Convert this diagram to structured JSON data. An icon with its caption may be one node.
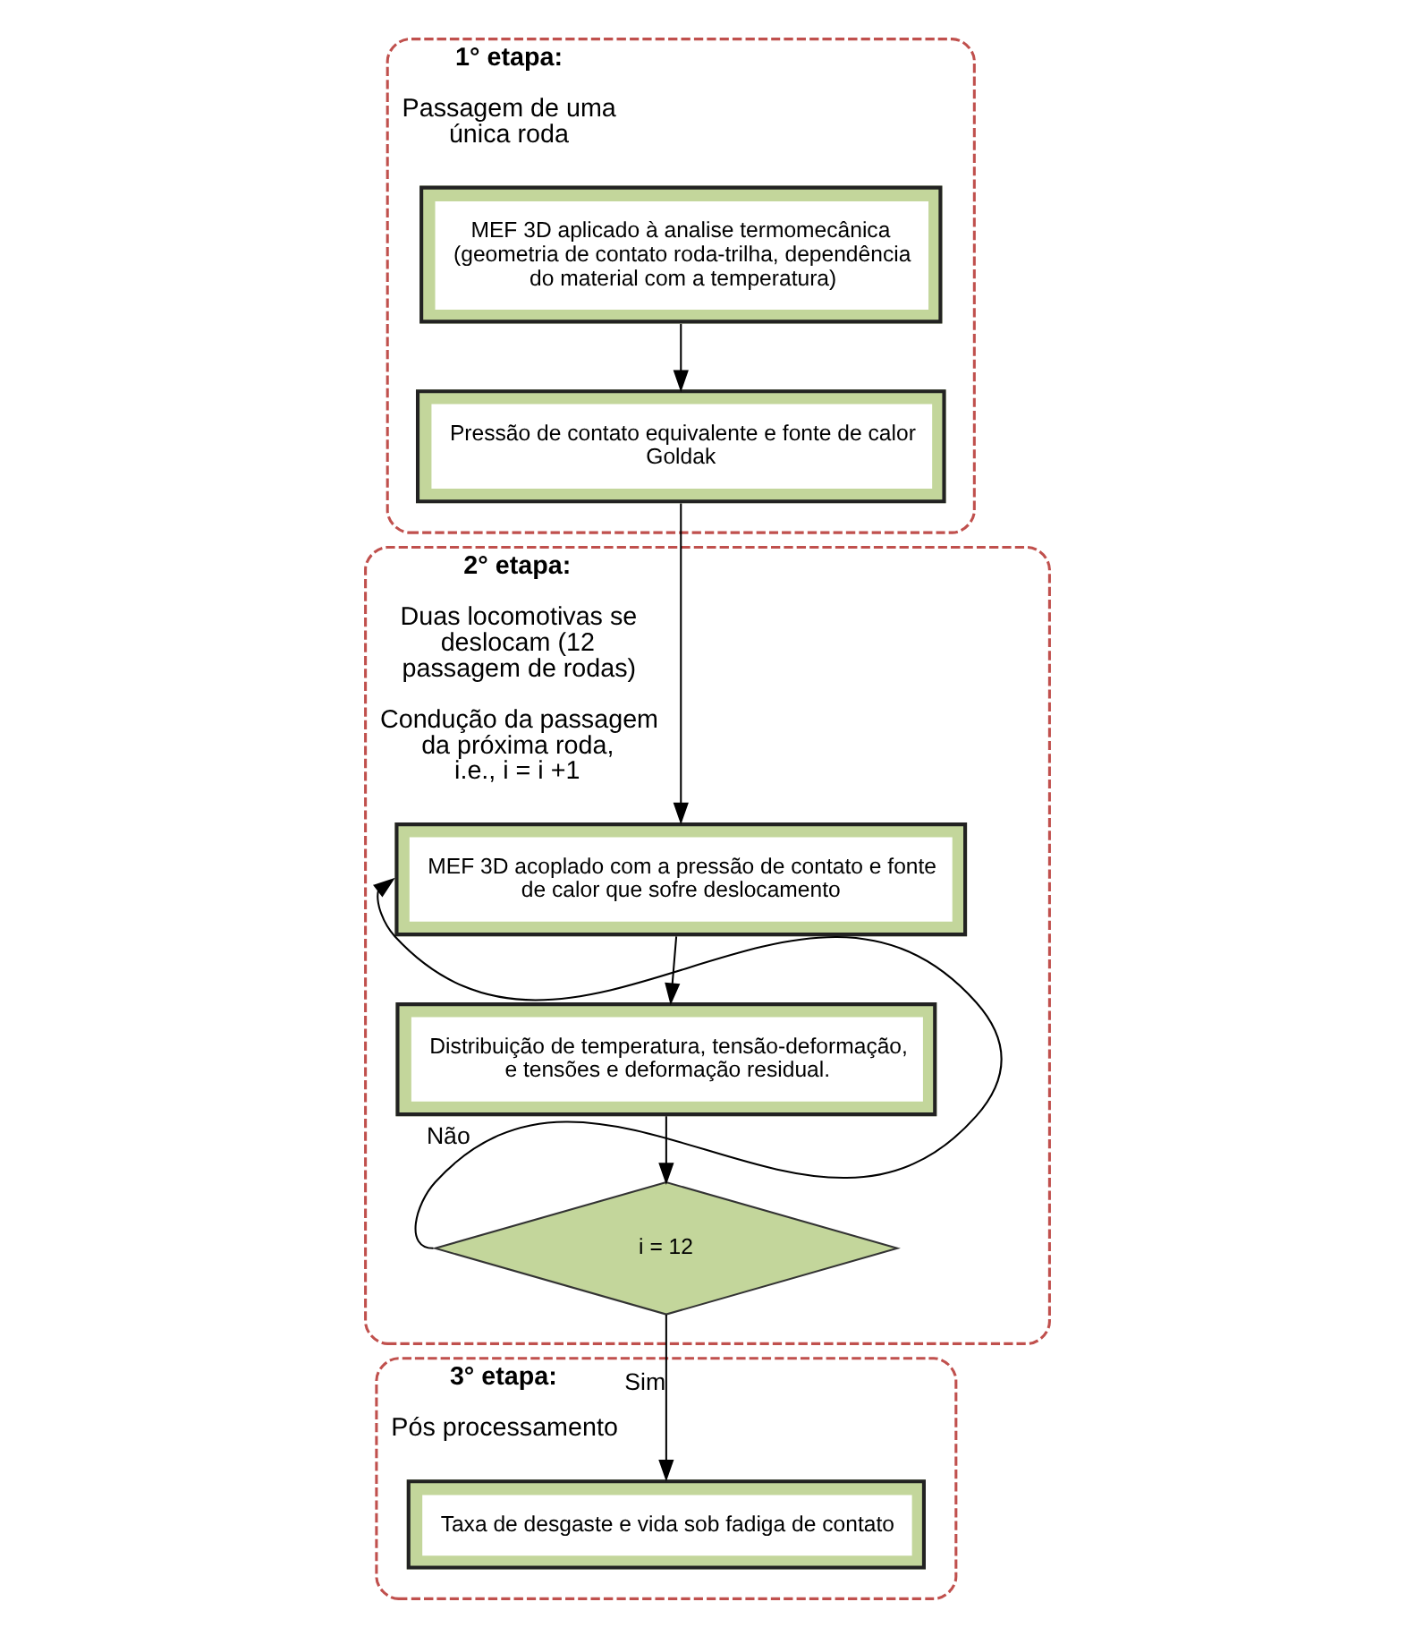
{
  "diagram": {
    "nodes": [
      {
        "text": [
          "1° etapa:",
          "Passagem de uma única roda"
        ]
      },
      {
        "text": [
          "MEF 3D aplicado à analise termomecânica (geometria de contato roda-trilha, dependência do material com a temperatura)"
        ],
        "in": 0
      },
      {
        "text": [
          "Pressão de contato equivalente e fonte de calor Goldak"
        ],
        "in": 0
      },
      {
        "text": [
          "2° etapa:",
          "Duas locomotivas se deslocam (12 passagem de rodas)",
          "Condução da passagem da próxima roda, i.e., i = i +1"
        ]
      },
      {
        "text": [
          "MEF 3D acoplado com a pressão de contato e fonte de calor que sofre deslocamento"
        ],
        "in": 3
      },
      {
        "text": [
          "Distribuição de temperatura, tensão-deformação, e tensões e deformação residual."
        ],
        "in": 3
      },
      {
        "text": [
          "i = 12"
        ],
        "in": 3
      },
      {
        "text": [
          "3° etapa:",
          "Pós processamento"
        ]
      },
      {
        "text": [
          "Taxa de desgaste e vida sob fadiga de contato"
        ],
        "in": 7
      }
    ],
    "edges": [
      {
        "from": 1,
        "to": 2,
        "arrow": "to"
      },
      {
        "from": 2,
        "to": 4,
        "arrow": "to"
      },
      {
        "from": 4,
        "to": 5,
        "arrow": "to"
      },
      {
        "from": 5,
        "to": 6,
        "arrow": "to"
      },
      {
        "from": 6,
        "to": 4,
        "arrow": "to",
        "label": "Não"
      },
      {
        "from": 6,
        "to": 8,
        "arrow": "to",
        "label": "Sim"
      }
    ]
  }
}
